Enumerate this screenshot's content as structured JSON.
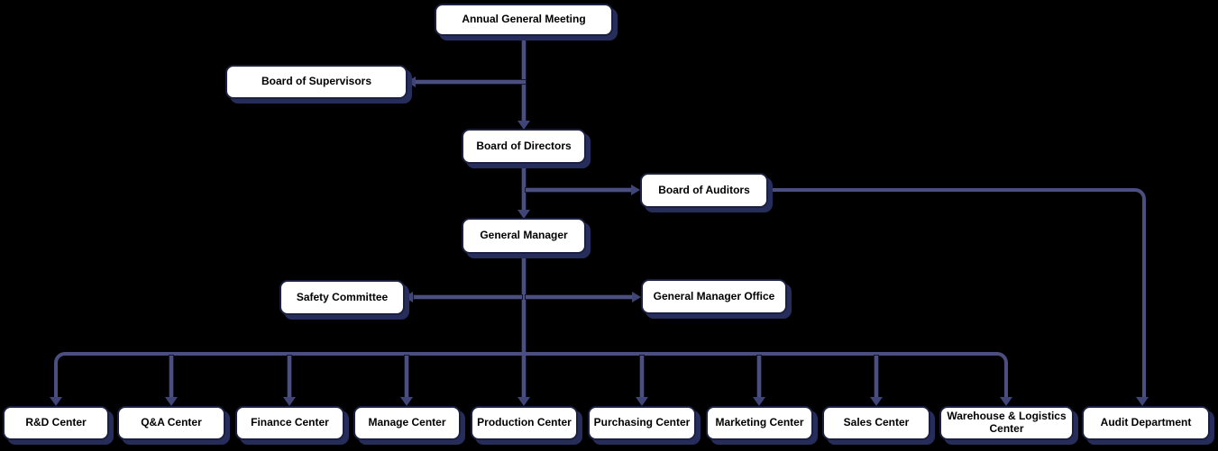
{
  "diagram": {
    "type": "org-chart",
    "background_color": "#000000",
    "box_fill_color": "#ffffff",
    "box_border_color": "#1b2040",
    "box_shadow_color": "#272d5a",
    "connector_color": "#4a4f80",
    "text_color": "#000000"
  },
  "nodes": {
    "agm": {
      "label": "Annual General Meeting"
    },
    "supervisors": {
      "label": "Board of Supervisors"
    },
    "directors": {
      "label": "Board of Directors"
    },
    "auditors": {
      "label": "Board of Auditors"
    },
    "gm": {
      "label": "General Manager"
    },
    "safety": {
      "label": "Safety Committee"
    },
    "gmo": {
      "label": "General Manager Office"
    },
    "rnd": {
      "label": "R&D Center"
    },
    "qa": {
      "label": "Q&A Center"
    },
    "finance": {
      "label": "Finance Center"
    },
    "manage": {
      "label": "Manage Center"
    },
    "production": {
      "label": "Production Center"
    },
    "purchasing": {
      "label": "Purchasing Center"
    },
    "marketing": {
      "label": "Marketing Center"
    },
    "sales": {
      "label": "Sales Center"
    },
    "warehouse": {
      "label": "Warehouse & Logistics Center"
    },
    "audit": {
      "label": "Audit Department"
    }
  },
  "edges": [
    {
      "from": "agm",
      "to": "supervisors"
    },
    {
      "from": "agm",
      "to": "directors"
    },
    {
      "from": "directors",
      "to": "auditors"
    },
    {
      "from": "directors",
      "to": "gm"
    },
    {
      "from": "auditors",
      "to": "audit"
    },
    {
      "from": "gm",
      "to": "safety"
    },
    {
      "from": "gm",
      "to": "gmo"
    },
    {
      "from": "gm",
      "to": "rnd"
    },
    {
      "from": "gm",
      "to": "qa"
    },
    {
      "from": "gm",
      "to": "finance"
    },
    {
      "from": "gm",
      "to": "manage"
    },
    {
      "from": "gm",
      "to": "production"
    },
    {
      "from": "gm",
      "to": "purchasing"
    },
    {
      "from": "gm",
      "to": "marketing"
    },
    {
      "from": "gm",
      "to": "sales"
    },
    {
      "from": "gm",
      "to": "warehouse"
    }
  ]
}
